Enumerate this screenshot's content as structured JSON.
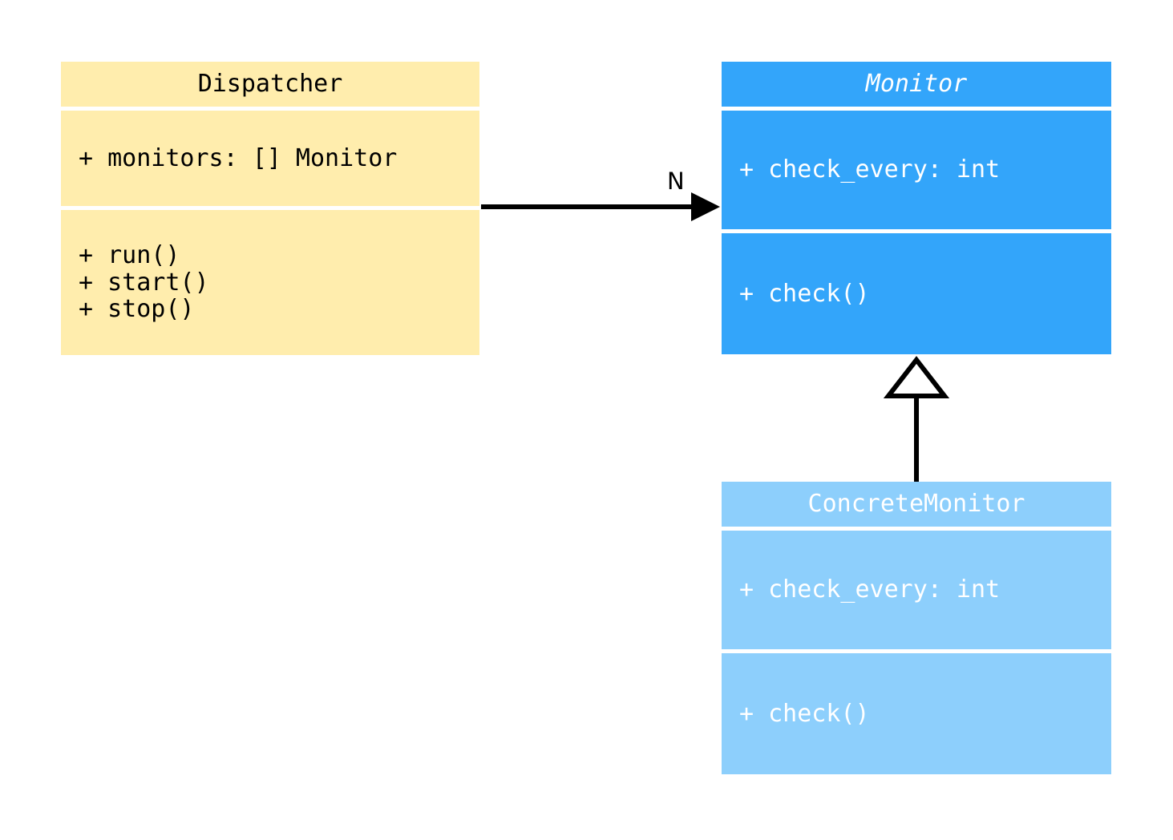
{
  "diagram": {
    "kind": "uml-class-diagram",
    "background": "#ffffff",
    "classes": [
      {
        "id": "dispatcher",
        "name": "Dispatcher",
        "abstract": false,
        "fill": "#ffedad",
        "text_color": "#000000",
        "attributes": [
          "+ monitors: [] Monitor"
        ],
        "methods": [
          "+ run()",
          "+ start()",
          "+ stop()"
        ]
      },
      {
        "id": "monitor",
        "name": "Monitor",
        "abstract": true,
        "fill": "#33a5fa",
        "text_color": "#ffffff",
        "attributes": [
          "+ check_every: int"
        ],
        "methods": [
          "+ check()"
        ]
      },
      {
        "id": "concrete_monitor",
        "name": "ConcreteMonitor",
        "abstract": false,
        "fill": "#8dcffc",
        "text_color": "#ffffff",
        "attributes": [
          "+ check_every: int"
        ],
        "methods": [
          "+ check()"
        ]
      }
    ],
    "relationships": [
      {
        "id": "dispatcher-to-monitor",
        "type": "association",
        "from": "Dispatcher",
        "to": "Monitor",
        "multiplicity_label": "N",
        "arrowhead": "filled-triangle",
        "line": "solid",
        "color": "#000000"
      },
      {
        "id": "concrete-to-monitor",
        "type": "generalization",
        "from": "ConcreteMonitor",
        "to": "Monitor",
        "multiplicity_label": "",
        "arrowhead": "hollow-triangle",
        "line": "solid",
        "color": "#000000"
      }
    ]
  }
}
